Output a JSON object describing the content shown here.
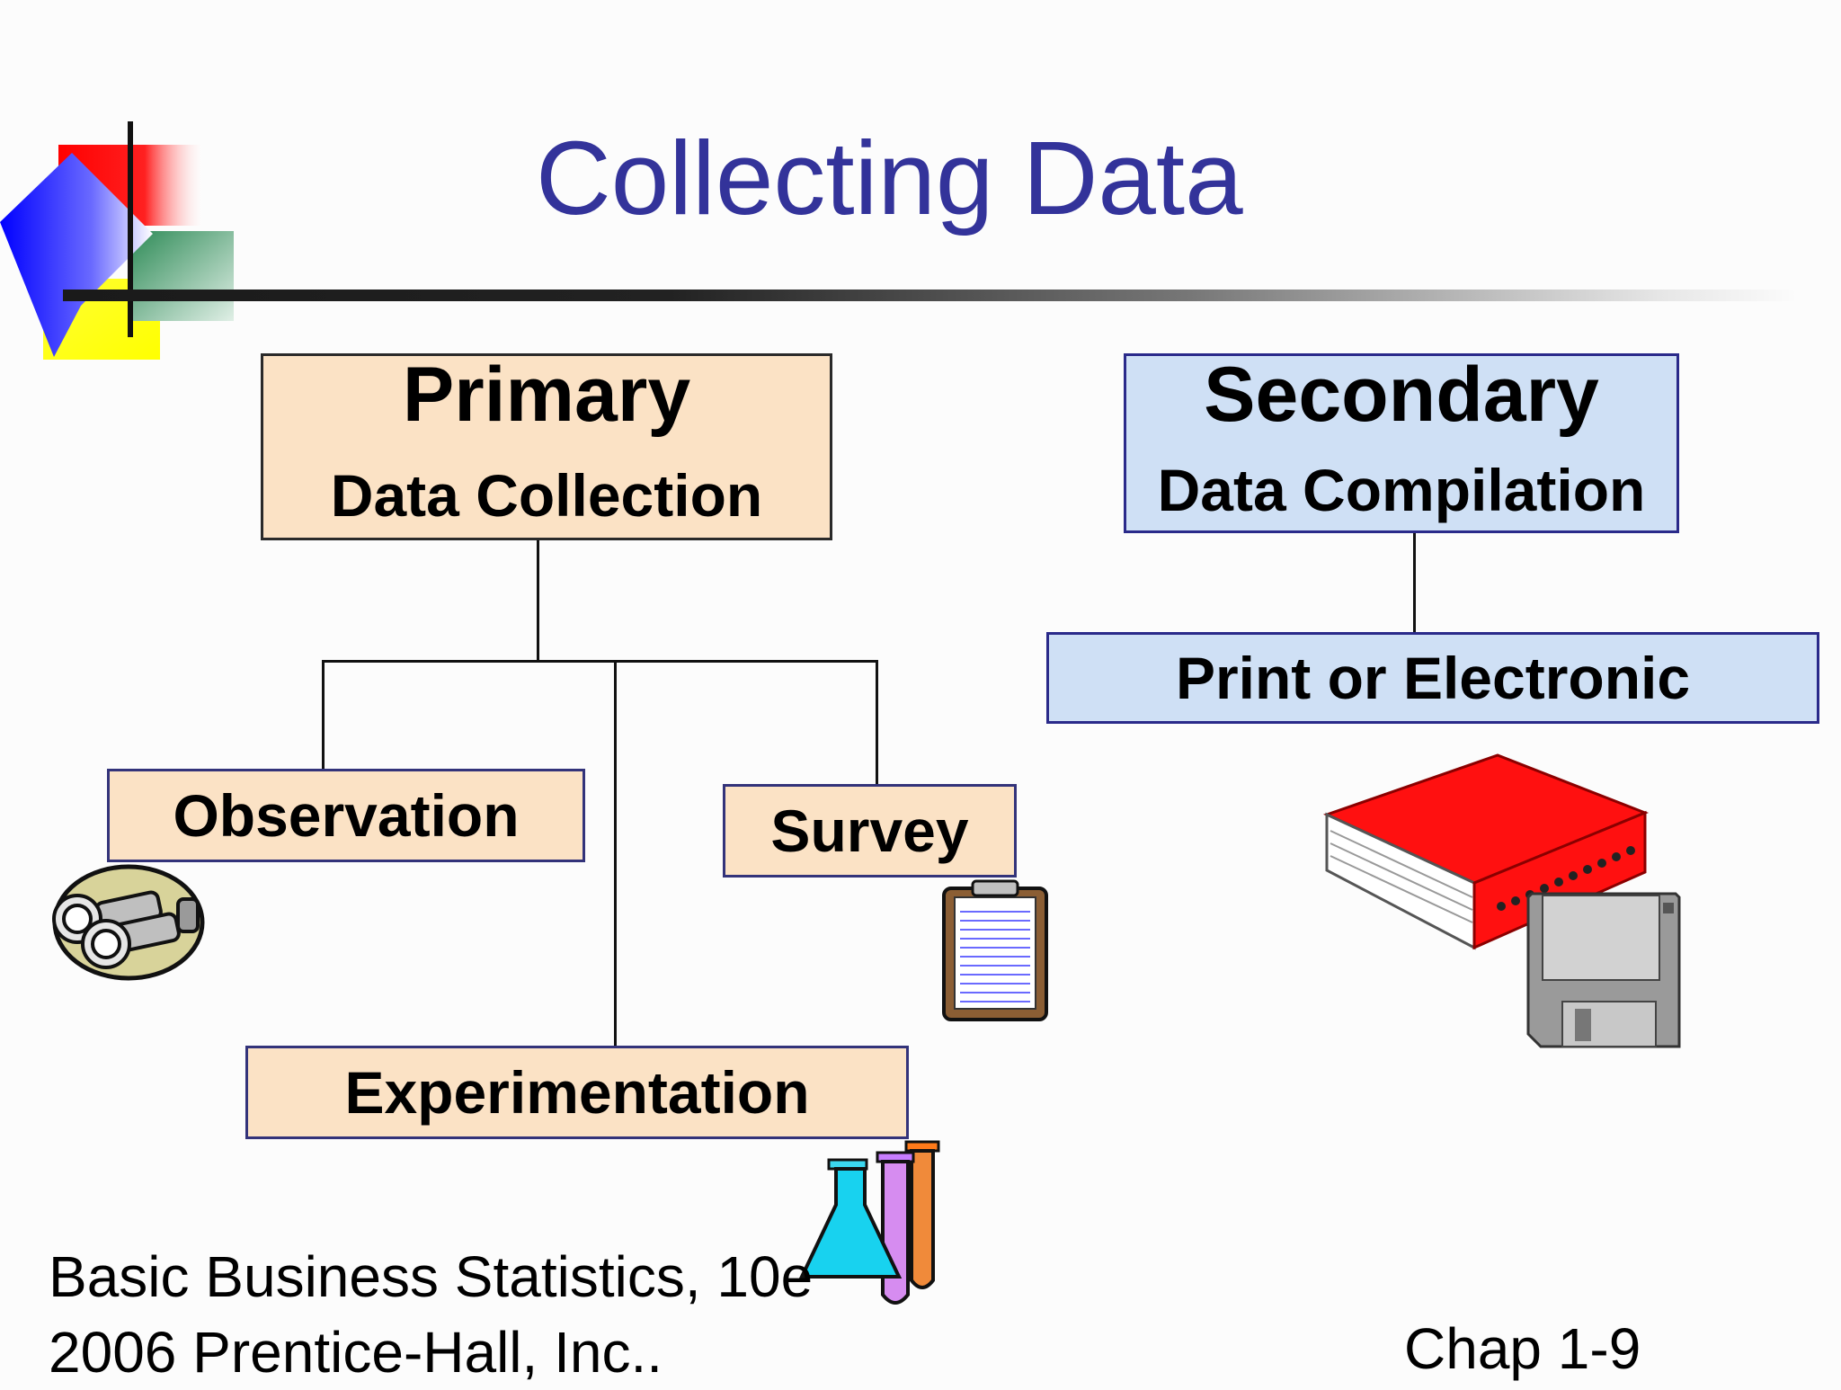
{
  "slide": {
    "title": "Collecting Data",
    "primary": {
      "heading": "Primary",
      "subheading": "Data Collection",
      "methods": [
        "Observation",
        "Survey",
        "Experimentation"
      ]
    },
    "secondary": {
      "heading": "Secondary",
      "subheading": "Data Compilation",
      "source": "Print or Electronic"
    },
    "footer": {
      "left_line1": "Basic Business Statistics, 10e",
      "left_line2": "2006 Prentice-Hall, Inc..",
      "right": "Chap 1-9"
    },
    "icons": [
      "binoculars-icon",
      "clipboard-icon",
      "test-tubes-icon",
      "book-icon",
      "floppy-disk-icon"
    ]
  },
  "colors": {
    "title": "#33339a",
    "primary_fill": "#fbe2c5",
    "secondary_fill": "#cfe0f5"
  }
}
